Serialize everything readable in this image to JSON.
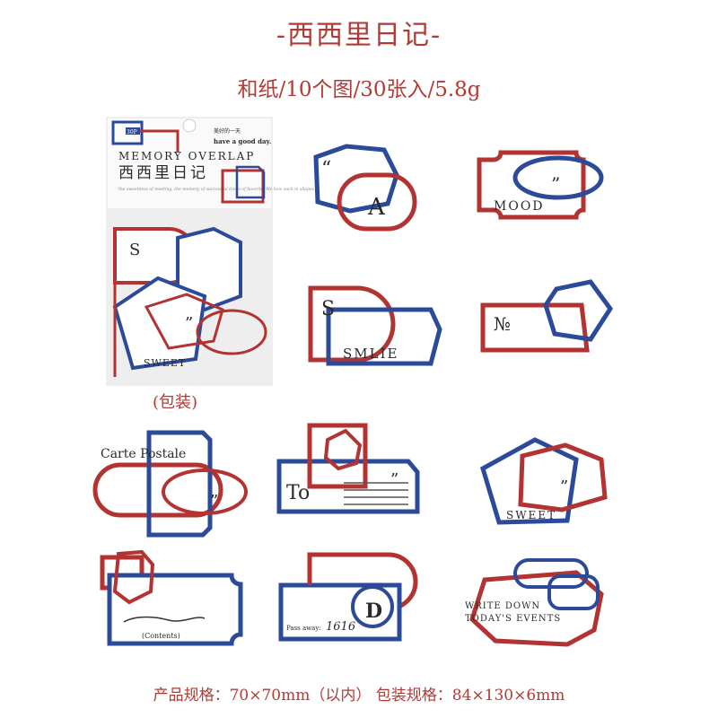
{
  "title": "-西西里日记-",
  "subtitle": "和纸/10个图/30张入/5.8g",
  "package_label": "(包装)",
  "footer": "产品规格：70×70mm（以内） 包装规格：84×130×6mm",
  "colors": {
    "red": "#b33232",
    "blue": "#2c4a9a",
    "accent_text": "#b23a35"
  },
  "package": {
    "count_badge": "30P",
    "tag_small": "美好的一天",
    "tag_main": "have a good day.",
    "line1": "MEMORY OVERLAP",
    "line2": "西西里日记",
    "scribble": "the sweetness of meeting, the memory of successful times of favorite. We love each in shapes that never get older"
  },
  "stickers": [
    {
      "texts": [
        "“",
        "A"
      ]
    },
    {
      "texts": [
        "”",
        "MOOD"
      ]
    },
    {
      "texts": [
        "S",
        "SMLIE"
      ]
    },
    {
      "texts": [
        "№"
      ]
    },
    {
      "texts": [
        "Carte Postale",
        "”"
      ]
    },
    {
      "texts": [
        "To",
        "”"
      ]
    },
    {
      "texts": [
        "”",
        "SWEET"
      ]
    },
    {
      "texts": [
        "(Contents)"
      ]
    },
    {
      "texts": [
        "Pass away:",
        "D"
      ]
    },
    {
      "texts": [
        "WRITE DOWN",
        "TODAY'S EVENTS"
      ]
    }
  ],
  "package_stickers": {
    "texts": [
      "S",
      "”",
      "SWEET"
    ]
  }
}
